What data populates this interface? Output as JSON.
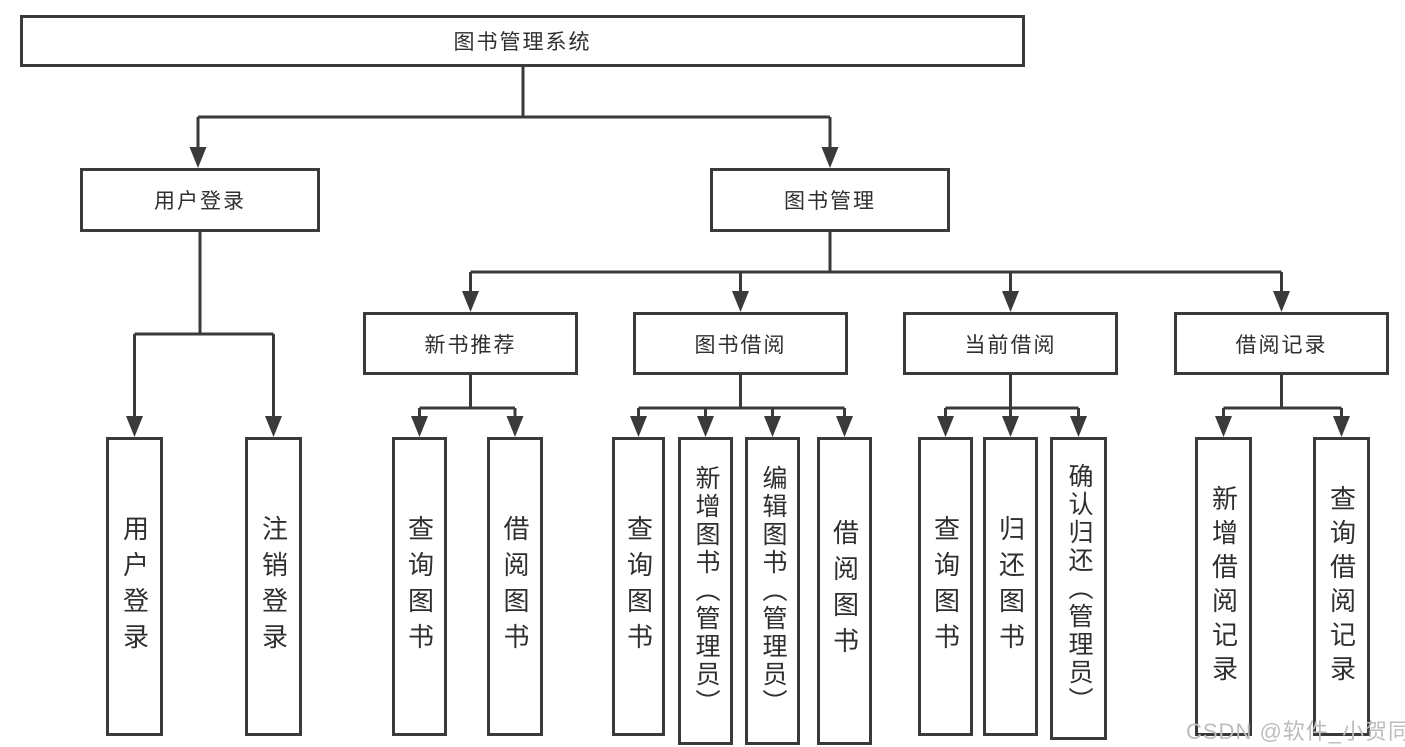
{
  "diagram": {
    "root": {
      "label": "图书管理系统"
    },
    "branches": [
      {
        "label": "用户登录",
        "children": [
          {
            "label": "用户登录"
          },
          {
            "label": "注销登录"
          }
        ]
      },
      {
        "label": "图书管理",
        "sections": [
          {
            "label": "新书推荐",
            "children": [
              {
                "label": "查询图书"
              },
              {
                "label": "借阅图书"
              }
            ]
          },
          {
            "label": "图书借阅",
            "children": [
              {
                "label": "查询图书"
              },
              {
                "label": "新增图书（管理员）"
              },
              {
                "label": "编辑图书（管理员）"
              },
              {
                "label": "借阅图书"
              }
            ]
          },
          {
            "label": "当前借阅",
            "children": [
              {
                "label": "查询图书"
              },
              {
                "label": "归还图书"
              },
              {
                "label": "确认归还（管理员）"
              }
            ]
          },
          {
            "label": "借阅记录",
            "children": [
              {
                "label": "新增借阅记录"
              },
              {
                "label": "查询借阅记录"
              }
            ]
          }
        ]
      }
    ]
  },
  "watermark": {
    "text": "CSDN @软件_小贺同学"
  },
  "colors": {
    "line": "#3a3a3a",
    "box_border": "#3a3a3a",
    "box_fill": "#ffffff",
    "text": "#2f2f2f",
    "watermark": "#bdbdbd",
    "background": "#ffffff"
  }
}
